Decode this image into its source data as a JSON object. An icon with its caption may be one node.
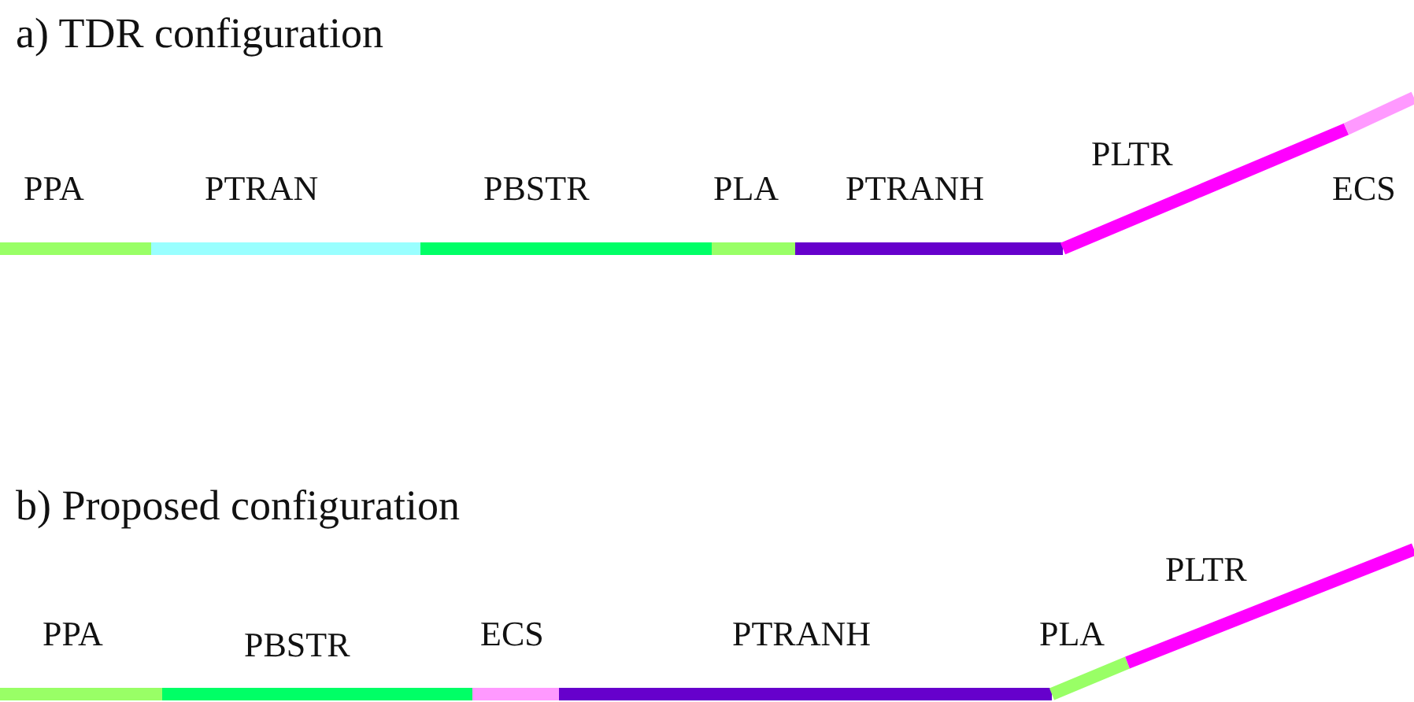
{
  "diagram": {
    "nodes": [
      {
        "text": [
          "PPA"
        ]
      },
      {
        "text": [
          "PTRAN"
        ]
      },
      {
        "text": [
          "PBSTR"
        ]
      },
      {
        "text": [
          "PLA"
        ]
      },
      {
        "text": [
          "PTRANH"
        ]
      },
      {
        "text": [
          "PLTR"
        ]
      },
      {
        "text": [
          "ECS"
        ]
      },
      {
        "text": [
          "PPA"
        ]
      },
      {
        "text": [
          "PBSTR"
        ]
      },
      {
        "text": [
          "ECS"
        ]
      },
      {
        "text": [
          "PTRANH"
        ]
      },
      {
        "text": [
          "PLA"
        ]
      },
      {
        "text": [
          "PLTR"
        ]
      }
    ],
    "labels": [
      "a) TDR configuration",
      "b) Proposed configuration"
    ]
  }
}
